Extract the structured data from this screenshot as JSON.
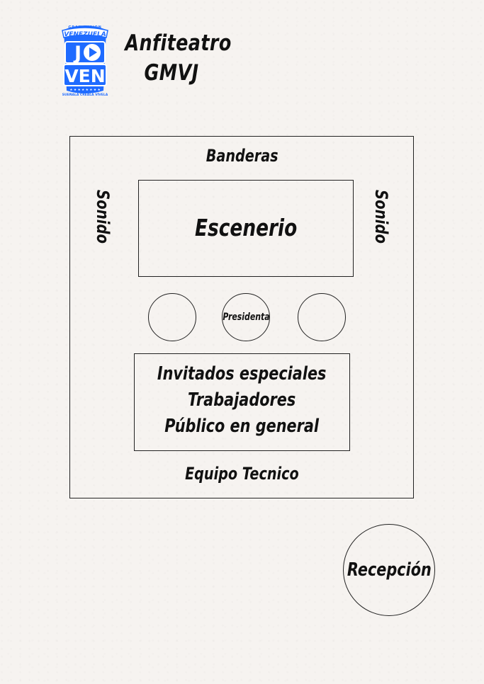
{
  "logo": {
    "top_text": "GRAN MISION",
    "country_text": "VENEZUELA",
    "main_text_1": "JO",
    "main_text_2": "VEN",
    "bottom_text": "SUEÑALA CRÉALA VÍVELA",
    "color": "#1f6bff"
  },
  "header": {
    "title_line_1": "Anfiteatro",
    "title_line_2": "GMVJ"
  },
  "layout": {
    "banderas": "Banderas",
    "sonido_left": "Sonido",
    "sonido_right": "Sonido",
    "escenario": "Escenerio",
    "presidenta": "Presidenta",
    "guests": {
      "line_1": "Invitados especiales",
      "line_2": "Trabajadores",
      "line_3": "Público  en general"
    },
    "equipo": "Equipo Tecnico",
    "recepcion": "Recepción"
  }
}
